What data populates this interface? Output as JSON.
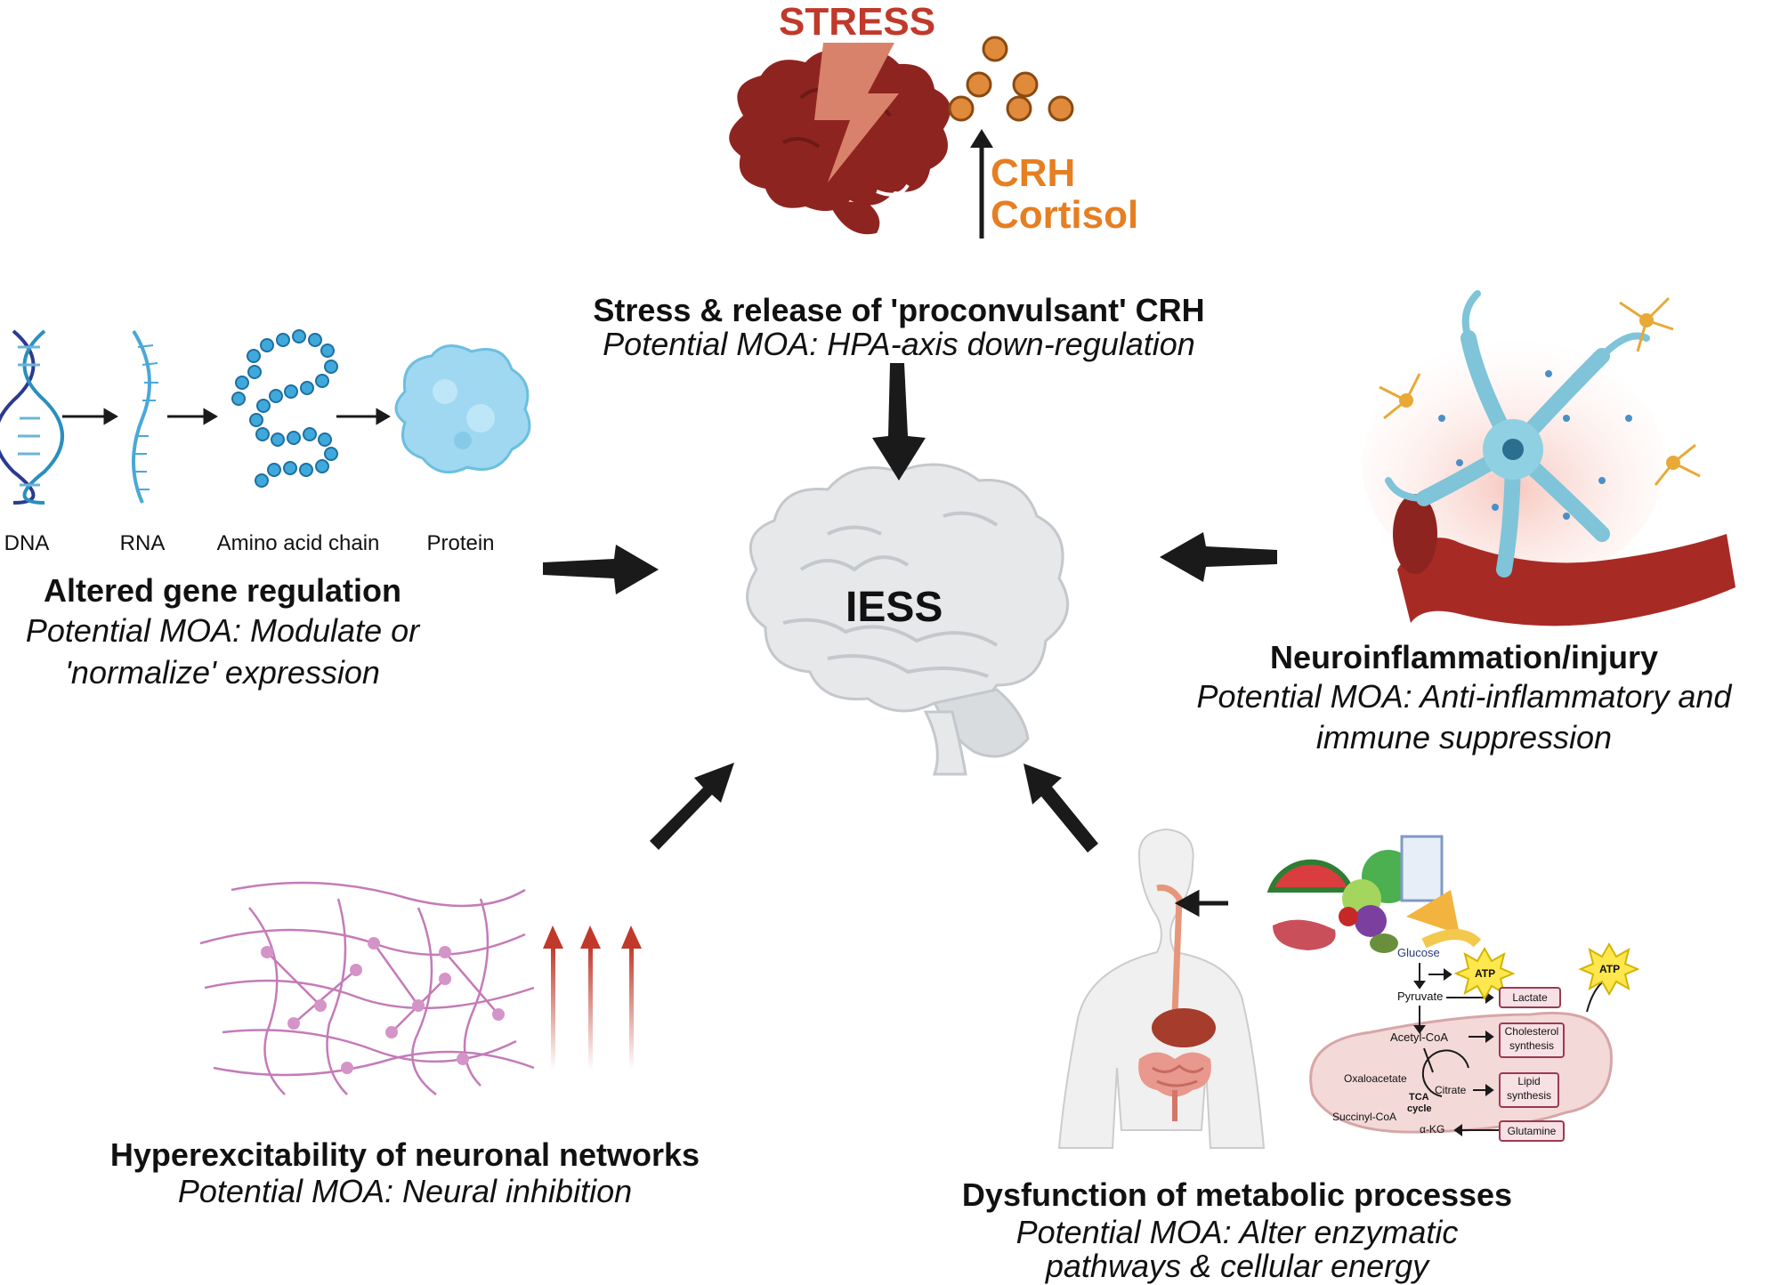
{
  "center_label": "IESS",
  "stress": {
    "word": "STRESS",
    "hormone1": "CRH",
    "hormone2": "Cortisol"
  },
  "top": {
    "heading": "Stress & release of 'proconvulsant' CRH",
    "moa": "Potential MOA: HPA-axis down-regulation"
  },
  "left": {
    "steps": [
      "DNA",
      "RNA",
      "Amino acid chain",
      "Protein"
    ],
    "heading": "Altered gene regulation",
    "moa_line1": "Potential MOA: Modulate or",
    "moa_line2": "'normalize' expression"
  },
  "right": {
    "heading": "Neuroinflammation/injury",
    "moa_line1": "Potential MOA: Anti-inflammatory and",
    "moa_line2": "immune suppression"
  },
  "bottom_left": {
    "heading": "Hyperexcitability of neuronal networks",
    "moa": "Potential MOA: Neural inhibition"
  },
  "bottom_right": {
    "heading": "Dysfunction of metabolic processes",
    "moa_line1": "Potential MOA: Alter enzymatic",
    "moa_line2": "pathways & cellular energy",
    "pathway": {
      "glucose": "Glucose",
      "atp1": "ATP",
      "atp2": "ATP",
      "pyruvate": "Pyruvate",
      "lactate": "Lactate",
      "acetyl": "Acetyl-CoA",
      "chol1": "Cholesterol",
      "chol2": "synthesis",
      "oxalo": "Oxaloacetate",
      "citrate": "Citrate",
      "tca1": "TCA",
      "tca2": "cycle",
      "lipid1": "Lipid",
      "lipid2": "synthesis",
      "succinyl": "Succinyl-CoA",
      "akg": "α-KG",
      "glutamine": "Glutamine"
    }
  },
  "colors": {
    "stress_red": "#c0392b",
    "hormone_orange": "#e67e22",
    "brain_grey": "#e6e8ea",
    "arrow": "#1a1a1a"
  }
}
